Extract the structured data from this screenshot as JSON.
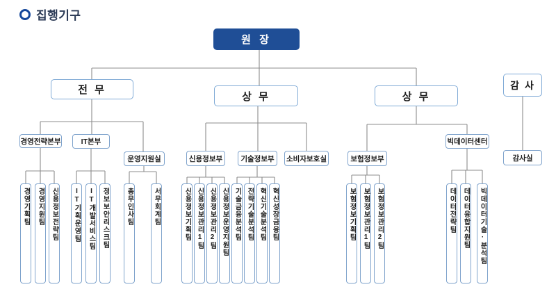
{
  "title": "집행기구",
  "colors": {
    "root_box_bg": "#1f4e96",
    "box_border_blue": "#7faad6",
    "connector_line": "#8c8c8c",
    "title_text": "#2b3a55"
  },
  "org": {
    "root": {
      "label": "원 장"
    },
    "executives": [
      {
        "label": "전 무"
      },
      {
        "label": "상 무"
      },
      {
        "label": "상 무"
      },
      {
        "label": "감 사"
      }
    ],
    "audit_office": {
      "label": "감사실"
    },
    "departments": [
      {
        "label": "경영전략본부"
      },
      {
        "label": "IT본부"
      },
      {
        "label": "운영지원실"
      },
      {
        "label": "신용정보부"
      },
      {
        "label": "기술정보부"
      },
      {
        "label": "소비자보호실"
      },
      {
        "label": "보험정보부"
      },
      {
        "label": "빅데이터센터"
      }
    ],
    "teams": [
      {
        "label": "경영기획팀"
      },
      {
        "label": "경영지원팀"
      },
      {
        "label": "신용정보전략팀"
      },
      {
        "label": "IT기획운영팀"
      },
      {
        "label": "IT개발서비스팀"
      },
      {
        "label": "정보보안리스크팀"
      },
      {
        "label": "총무인사팀"
      },
      {
        "label": "서무회계팀"
      },
      {
        "label": "신용정보기획팀"
      },
      {
        "label": "신용정보관리1팀"
      },
      {
        "label": "신용정보관리2팀"
      },
      {
        "label": "신용정보운영지원팀"
      },
      {
        "label": "기술금융분석팀"
      },
      {
        "label": "전략기술분석팀"
      },
      {
        "label": "혁신기술분석팀"
      },
      {
        "label": "혁신성장금융팀"
      },
      {
        "label": "보험정보기획팀"
      },
      {
        "label": "보험정보관리1팀"
      },
      {
        "label": "보험정보관리2팀"
      },
      {
        "label": "데이터전략팀"
      },
      {
        "label": "데이터융합지원팀"
      },
      {
        "label": "빅데이터기술·분석팀"
      }
    ]
  }
}
